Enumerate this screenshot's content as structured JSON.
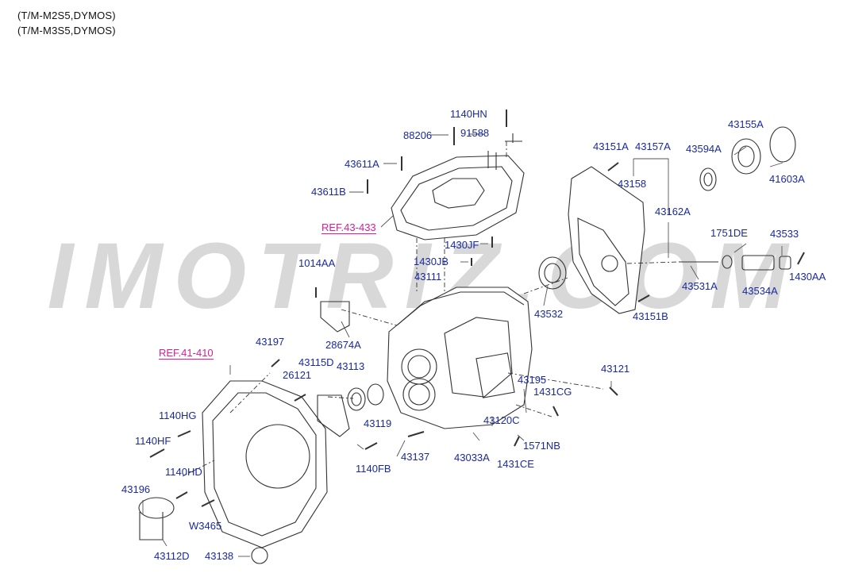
{
  "header": {
    "line1": "(T/M-M2S5,DYMOS)",
    "line2": "(T/M-M3S5,DYMOS)"
  },
  "watermark": {
    "text": "IMOTRIZ.COM"
  },
  "refs": {
    "ref1": "REF.43-433",
    "ref2": "REF.41-410"
  },
  "labels": {
    "p1140HN": "1140HN",
    "p88206": "88206",
    "p91588": "91588",
    "p43611A": "43611A",
    "p43611B": "43611B",
    "p1430JF": "1430JF",
    "p1430JB": "1430JB",
    "p1014AA": "1014AA",
    "p43111": "43111",
    "p43532": "43532",
    "p28674A": "28674A",
    "p43151A": "43151A",
    "p43157A": "43157A",
    "p43158": "43158",
    "p43162A": "43162A",
    "p43594A": "43594A",
    "p43155A": "43155A",
    "p41603A": "41603A",
    "p1751DE": "1751DE",
    "p43533": "43533",
    "p43531A": "43531A",
    "p43534A": "43534A",
    "p1430AA": "1430AA",
    "p43151B": "43151B",
    "p43197": "43197",
    "p43115D": "43115D",
    "p26121": "26121",
    "p43113": "43113",
    "p43119": "43119",
    "p43195": "43195",
    "p1431CG": "1431CG",
    "p43121": "43121",
    "p43120C": "43120C",
    "p1571NB": "1571NB",
    "p43033A": "43033A",
    "p1431CE": "1431CE",
    "p43137": "43137",
    "p1140FB": "1140FB",
    "p1140HG": "1140HG",
    "p1140HF": "1140HF",
    "p1140HD": "1140HD",
    "p43196": "43196",
    "p43112D": "43112D",
    "pW3465": "W3465",
    "p43138": "43138"
  },
  "colors": {
    "label": "#1a2a9c",
    "ref": "#d0209a",
    "line": "#333333",
    "watermark": "#d4d4d4"
  }
}
